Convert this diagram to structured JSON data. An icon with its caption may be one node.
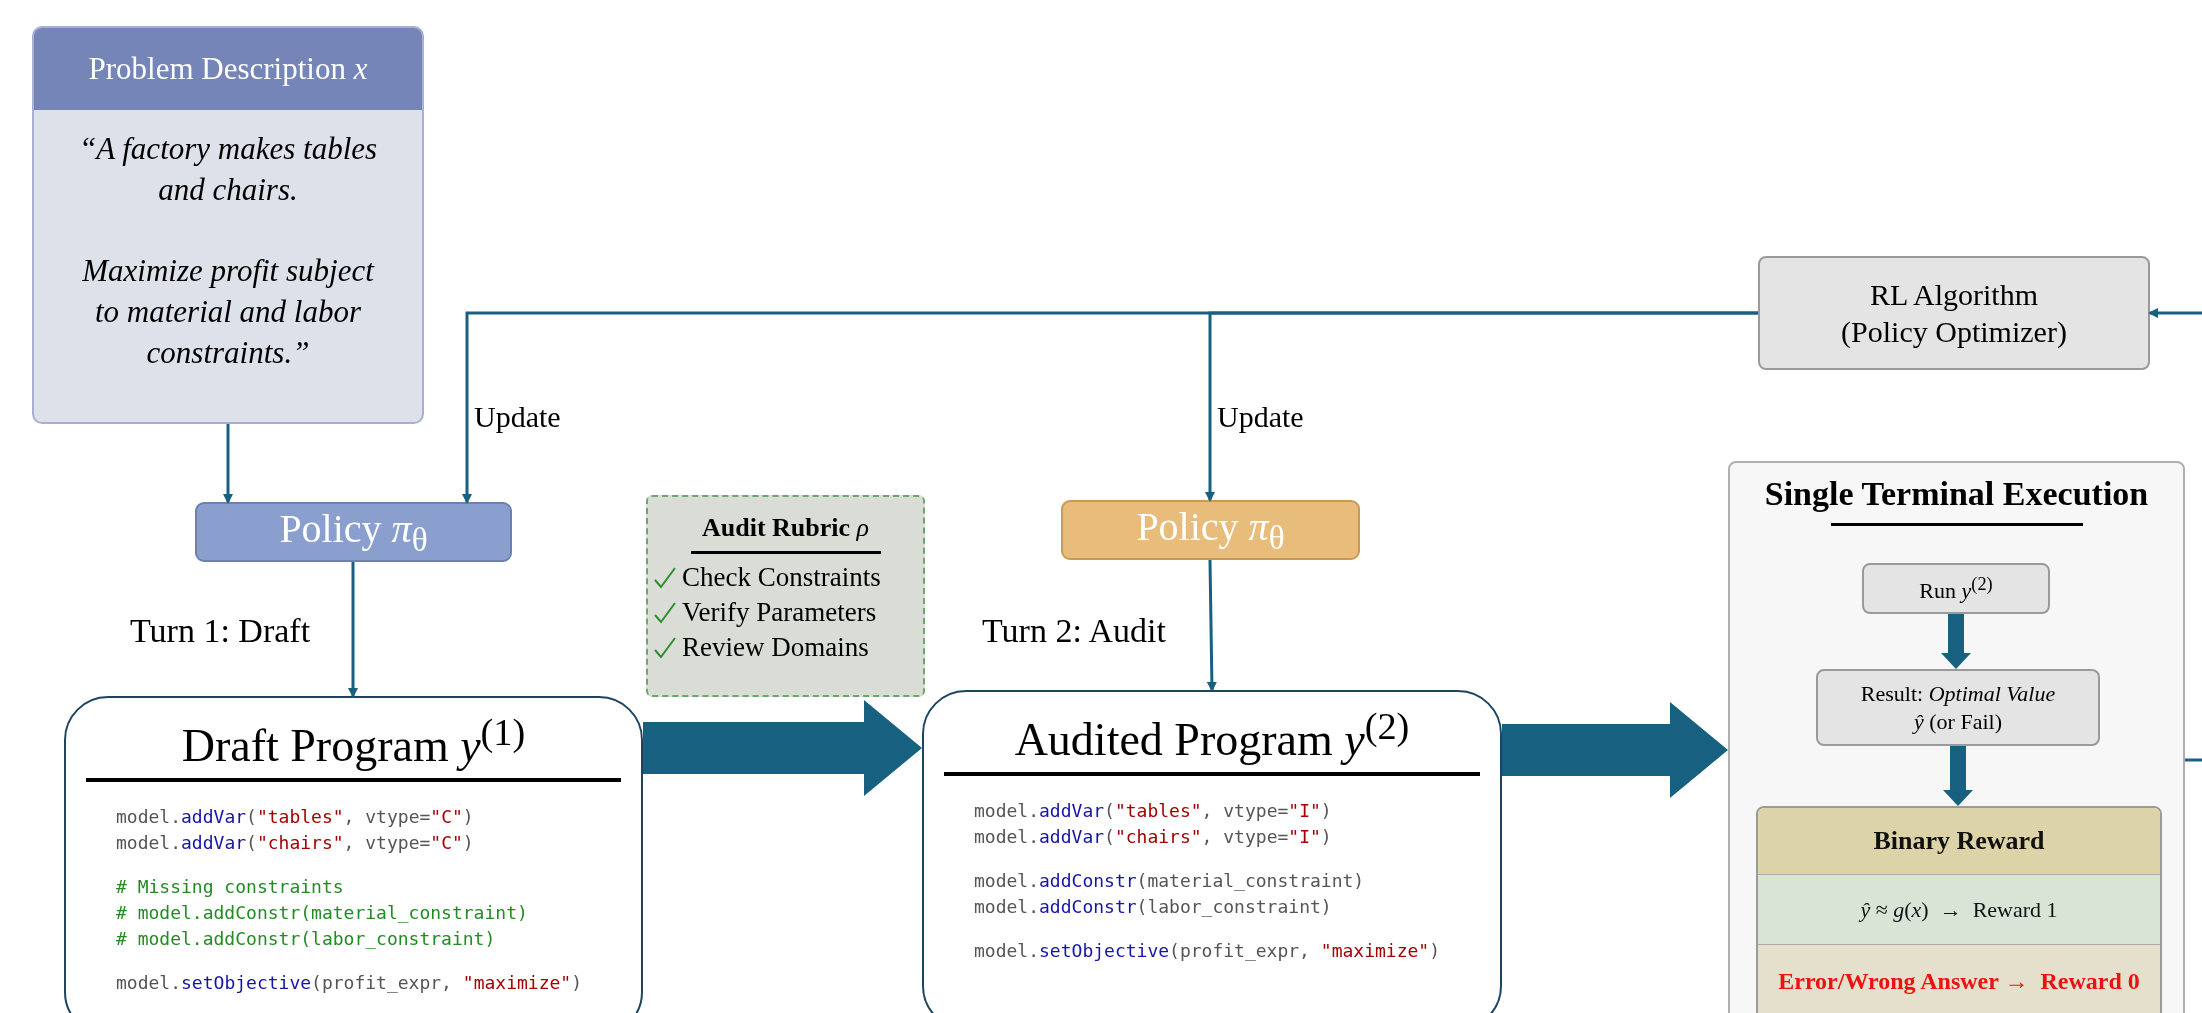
{
  "diagram": {
    "nodes": [
      {
        "text": [
          "Problem Description *x*",
          "“A factory makes tables and chairs.",
          "Maximize profit subject to material and labor constraints.”"
        ]
      },
      {
        "text": [
          "Policy *π*$_{θ}$"
        ]
      },
      {
        "text": [
          "**Audit Rubric** *ρ*",
          "Check Constraints",
          "Verify Parameters",
          "Review Domains"
        ]
      },
      {
        "text": [
          "Draft Program *y*$^{(1)}$",
          "model.addVar(\"tables\", vtype=\"C\")",
          "model.addVar(\"chairs\", vtype=\"C\")",
          "# Missing constraints",
          "# model.addConstr(material_constraint)",
          "# model.addConstr(labor_constraint)",
          "model.setObjective(profit_expr, \"maximize\")"
        ]
      },
      {
        "text": [
          "Policy *π*$_{θ}$"
        ]
      },
      {
        "text": [
          "Audited Program *y*$^{(2)}$",
          "model.addVar(\"tables\", vtype=\"I\")",
          "model.addVar(\"chairs\", vtype=\"I\")",
          "model.addConstr(material_constraint)",
          "model.addConstr(labor_constraint)",
          "model.setObjective(profit_expr, \"maximize\")"
        ]
      },
      {
        "text": [
          "RL Algorithm (Policy Optimizer)"
        ]
      },
      {
        "text": [
          "Single Terminal Execution"
        ]
      },
      {
        "text": [
          "Run *y*$^{(2)}$"
        ],
        "in": 7
      },
      {
        "text": [
          "Result: *Optimal Value*",
          "*ŷ* (or Fail)"
        ],
        "in": 7
      },
      {
        "text": [
          "Binary Reward",
          "*ŷ* ≈ *g*(*x*)  →  Reward 1",
          "Error/Wrong Answer →  Reward 0"
        ],
        "in": 7
      }
    ],
    "edges": [
      {
        "from": 0,
        "to": 1,
        "arrow": "to"
      },
      {
        "from": 6,
        "to": 1,
        "arrow": "to",
        "label": "Update"
      },
      {
        "from": 6,
        "to": 4,
        "arrow": "to",
        "label": "Update"
      },
      {
        "from": 1,
        "to": 3,
        "arrow": "to",
        "label": "Turn 1: Draft"
      },
      {
        "from": 4,
        "to": 5,
        "arrow": "to",
        "label": "Turn 2: Audit"
      },
      {
        "from": 3,
        "to": 5,
        "arrow": "to",
        "style": "thick"
      },
      {
        "from": 5,
        "to": 7,
        "arrow": "to",
        "style": "thick"
      },
      {
        "from": 8,
        "to": 9,
        "arrow": "to",
        "style": "thick"
      },
      {
        "from": 9,
        "to": 10,
        "arrow": "to",
        "style": "thick"
      },
      {
        "from": null,
        "to": 6,
        "arrow": "to"
      },
      {
        "from": 7,
        "to": null,
        "arrow": "none"
      }
    ]
  }
}
